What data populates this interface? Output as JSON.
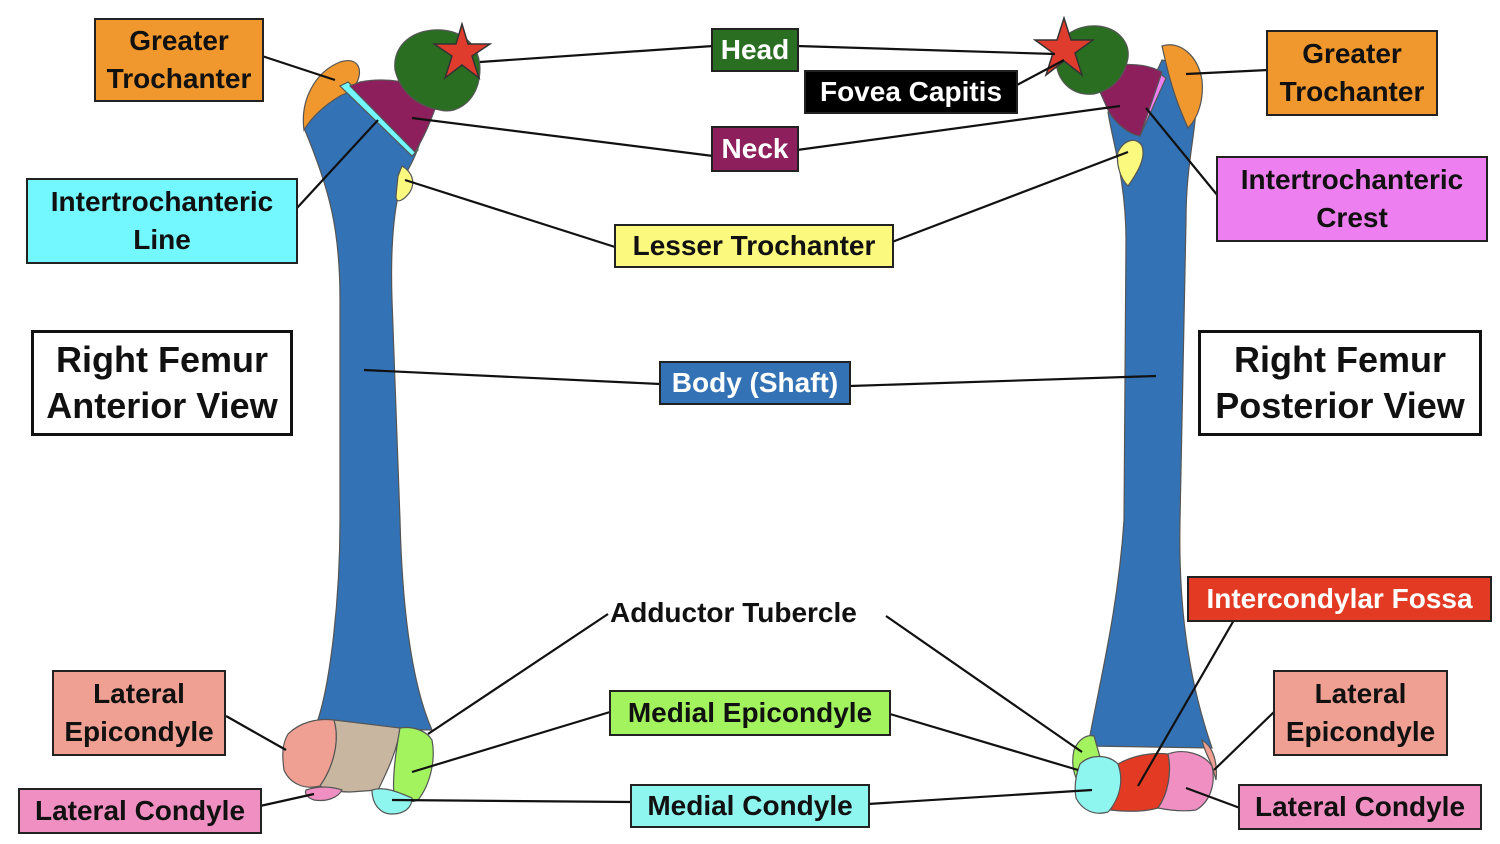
{
  "colors": {
    "head": "#2a6e22",
    "neck": "#8d1f5c",
    "greater_trochanter": "#f0982d",
    "intertrochanteric_line": "#73f8ff",
    "intertrochanteric_crest": "#ee7ff0",
    "lesser_trochanter": "#fbf97e",
    "body": "#3372b5",
    "adductor_tubercle": "#a2f35e",
    "medial_epicondyle": "#a2f35e",
    "medial_condyle": "#8ff5ef",
    "lateral_epicondyle": "#f0a093",
    "lateral_condyle": "#ef8fc2",
    "intercondylar_fossa": "#e23a23",
    "fovea_star": "#e03c2e",
    "fovea_label_bg": "#000000"
  },
  "labels": {
    "head": "Head",
    "fovea_capitis": "Fovea Capitis",
    "neck": "Neck",
    "lesser_trochanter": "Lesser Trochanter",
    "body": "Body (Shaft)",
    "adductor_tubercle": "Adductor Tubercle",
    "medial_epicondyle": "Medial Epicondyle",
    "medial_condyle": "Medial Condyle",
    "left_greater_trochanter": [
      "Greater",
      "Trochanter"
    ],
    "right_greater_trochanter": [
      "Greater",
      "Trochanter"
    ],
    "intertrochanteric_line": [
      "Intertrochanteric",
      "Line"
    ],
    "intertrochanteric_crest": [
      "Intertrochanteric",
      "Crest"
    ],
    "left_lateral_epicondyle": [
      "Lateral",
      "Epicondyle"
    ],
    "right_lateral_epicondyle": [
      "Lateral",
      "Epicondyle"
    ],
    "left_lateral_condyle": "Lateral Condyle",
    "right_lateral_condyle": "Lateral Condyle",
    "intercondylar_fossa": "Intercondylar Fossa"
  },
  "titles": {
    "anterior": [
      "Right Femur",
      "Anterior View"
    ],
    "posterior": [
      "Right Femur",
      "Posterior View"
    ]
  }
}
